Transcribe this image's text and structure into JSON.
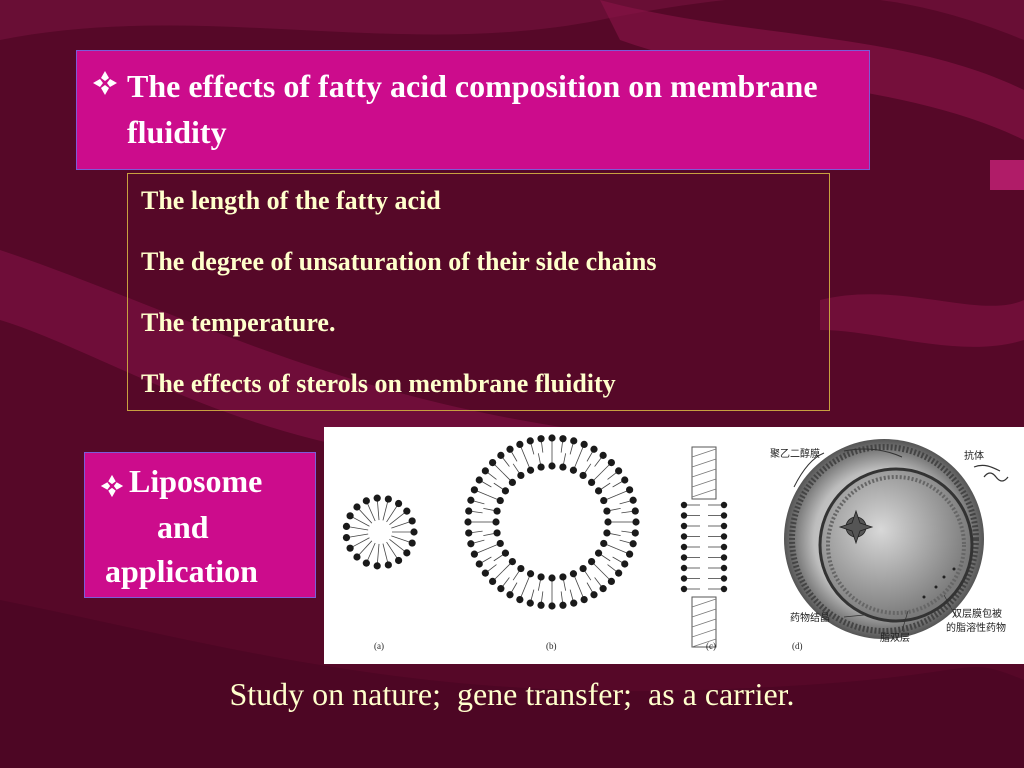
{
  "colors": {
    "background": "#5a0a30",
    "box_fill": "#cc0c8c",
    "box_border": "#7c5cd8",
    "factor_text": "#ffffcc",
    "factor_border": "#c8a040"
  },
  "title": {
    "bullet_icon": "diamond-bullet-icon",
    "text": "The effects of fatty acid composition on membrane fluidity"
  },
  "factors": [
    "The length of the fatty acid",
    "The degree of unsaturation of their side chains",
    "The temperature.",
    "The effects of sterols on membrane fluidity"
  ],
  "liposome": {
    "bullet_icon": "diamond-bullet-icon",
    "line1": "Liposome",
    "line2": "and",
    "line3": "application"
  },
  "figure": {
    "panel_labels": [
      "(a)",
      "(b)",
      "(c)",
      "(d)"
    ],
    "annotations": {
      "peg": "聚乙二醇膜",
      "antibody": "抗体",
      "drug_crystal": "药物结晶",
      "bilayer": "脂双层",
      "wrapped_drug_1": "双层膜包被",
      "wrapped_drug_2": "的脂溶性药物"
    }
  },
  "caption": "Study on nature;  gene transfer;  as a carrier."
}
